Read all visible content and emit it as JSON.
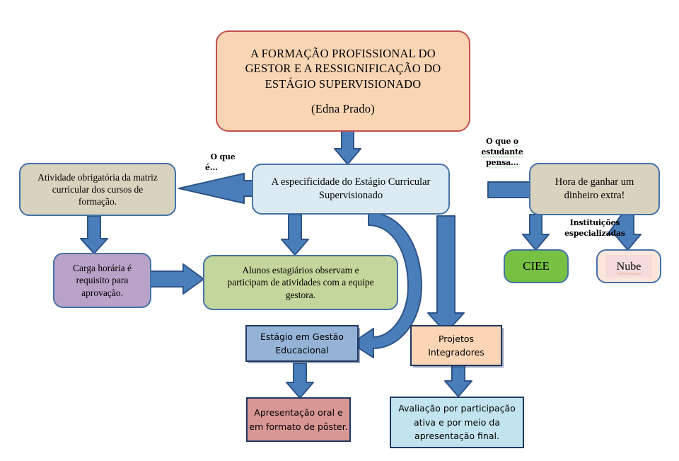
{
  "diagram": {
    "title_box": {
      "line1": "A FORMAÇÃO PROFISSIONAL  DO",
      "line2": "GESTOR E A RESSIGNIFICAÇÃO  DO",
      "line3": "ESTÁGIO SUPERVISIONADO",
      "author": "(Edna Prado)",
      "fill": "#FAD5B4",
      "border": "#C0504D"
    },
    "nodes": [
      {
        "id": "central",
        "line1": "A especificidade  do Estágio Curricular",
        "line2": "Supervisionado",
        "fill": "#DCEAF4"
      },
      {
        "id": "atividade",
        "line1": "Atividade obrigatória da matriz",
        "line2": "curricular dos cursos de",
        "line3": "formação.",
        "fill": "#D8D3BE"
      },
      {
        "id": "hora",
        "line1": "Hora de ganhar um",
        "line2": "dinheiro extra!",
        "fill": "#D8D3BE"
      },
      {
        "id": "carga",
        "line1": "Carga horária é",
        "line2": "requisito para",
        "line3": "aprovação.",
        "fill": "#B9A2C8"
      },
      {
        "id": "alunos",
        "line1": "Alunos estagiários observam e",
        "line2": "participam de atividades com a equipe",
        "line3": "gestora.",
        "fill": "#C3D69B"
      },
      {
        "id": "ciee",
        "line1": "CIEE",
        "fill": "#76C043"
      },
      {
        "id": "nube",
        "line1": "Nube",
        "fill": "#FBE6DB",
        "spellcheck_error": true
      },
      {
        "id": "estagio-gestao",
        "line1": "Estágio em Gestão",
        "line2": "Educacional",
        "fill": "#95B3D7"
      },
      {
        "id": "projetos",
        "line1": "Projetos",
        "line2": "Integradores",
        "fill": "#FBD5B5"
      },
      {
        "id": "apresentacao",
        "line1": "Apresentação oral e",
        "line2": "em formato de pôster.",
        "fill": "#D99694"
      },
      {
        "id": "avaliacao",
        "line1": "Avaliação por participação",
        "line2": "ativa e por meio da",
        "line3": "apresentação final.",
        "fill": "#C2E4EE"
      }
    ],
    "connector_labels": {
      "o_que_e_l1": "O que",
      "o_que_e_l2": "é...",
      "o_que_estudante_l1a": "O que ",
      "o_que_estudante_l1b": "o",
      "o_que_estudante_l2": "estudante",
      "o_que_estudante_l3": "pensa...",
      "instituicoes_l1": "Instituições",
      "instituicoes_l2": "especializadas"
    },
    "colors": {
      "arrow_fill": "#4A7EBB",
      "arrow_stroke": "#2E5387",
      "rect_border": "#1F3864",
      "rounded_border": "#4472A8",
      "background": "#FFFFFF"
    }
  }
}
